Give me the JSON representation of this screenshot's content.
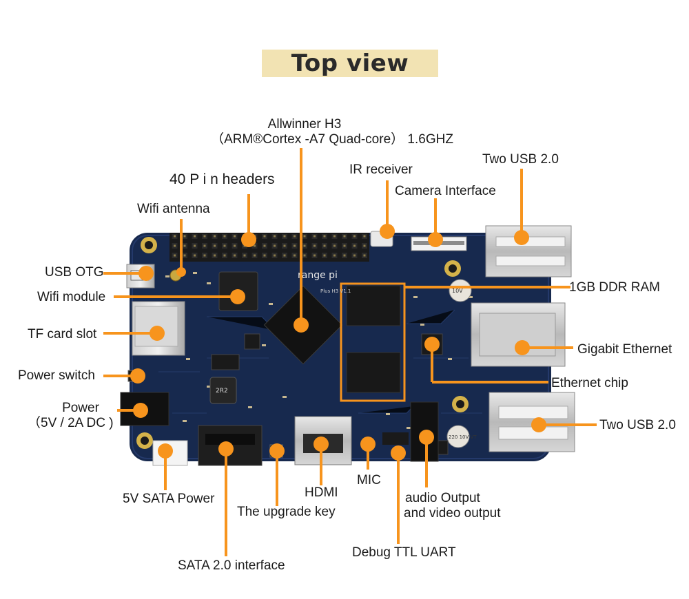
{
  "title": "Top view",
  "labels": {
    "allwinner_line1": "Allwinner H3",
    "allwinner_line2": "（ARM®Cortex -A7 Quad-core） 1.6GHZ",
    "pin_headers": "40 P i n headers",
    "ir_receiver": "IR receiver",
    "camera_interface": "Camera Interface",
    "two_usb_top": "Two USB 2.0",
    "wifi_antenna": "Wifi antenna",
    "usb_otg": "USB OTG",
    "wifi_module": "Wifi module",
    "ddr_ram": "1GB DDR RAM",
    "tf_card_slot": "TF card slot",
    "gigabit_ethernet": "Gigabit Ethernet",
    "power_switch": "Power switch",
    "ethernet_chip": "Ethernet chip",
    "power_line1": "Power",
    "power_line2": "（5V / 2A DC )",
    "two_usb_bottom": "Two USB 2.0",
    "sata_power": "5V SATA Power",
    "hdmi": "HDMI",
    "mic": "MIC",
    "audio_line1": "audio Output",
    "audio_line2": "and video output",
    "upgrade_key": "The upgrade key",
    "debug_uart": "Debug TTL UART",
    "sata_interface": "SATA 2.0 interface"
  },
  "board_text": {
    "brand": "range pi",
    "model": "Plus H3 V1.1",
    "chip": "H3",
    "inductor": "2R2",
    "cap1": "10V",
    "cap2": "220 10V VT"
  },
  "colors": {
    "accent": "#f7941d",
    "board": "#16294f",
    "title_bg": "#f2e3b3"
  }
}
